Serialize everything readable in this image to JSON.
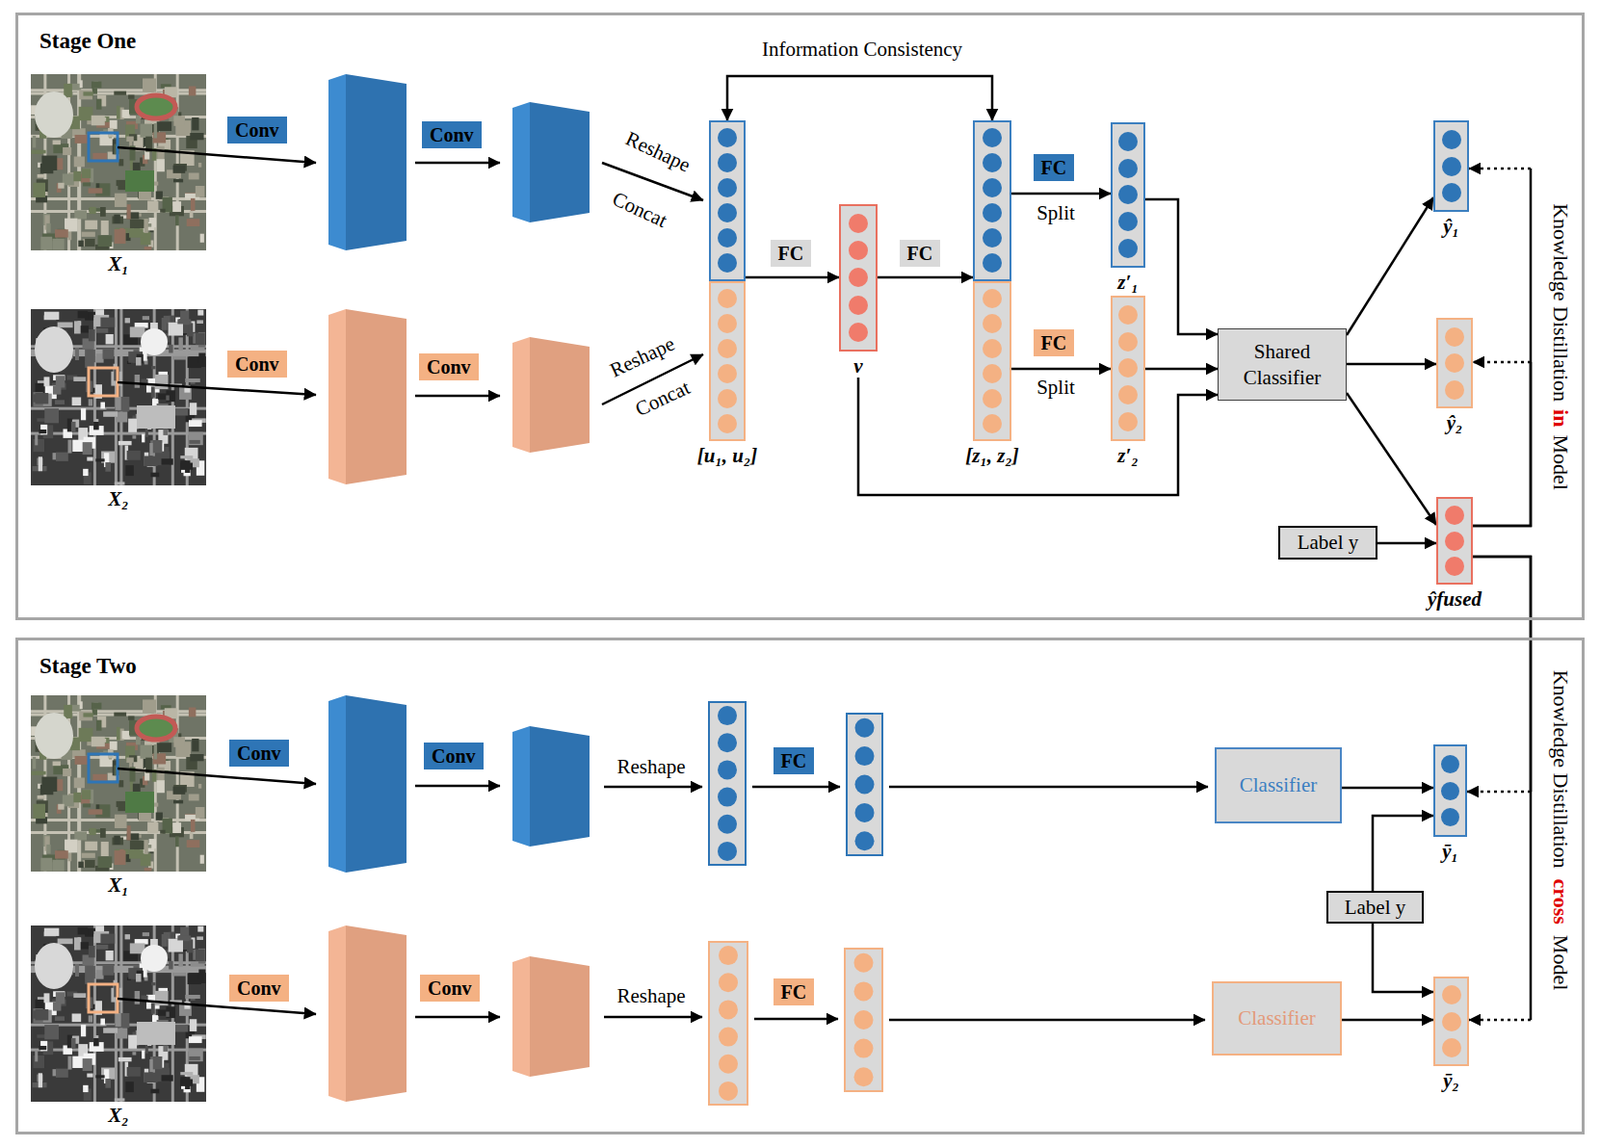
{
  "diagram": {
    "nodes": [
      {
        "text": [
          "Stage One"
        ]
      },
      {
        "text": [
          "X₁"
        ],
        "in": 0
      },
      {
        "text": [
          "Conv"
        ],
        "in": 0
      },
      {
        "text": [
          "Conv"
        ],
        "in": 0
      },
      {
        "text": [
          "[u₁, u₂]"
        ],
        "in": 0
      },
      {
        "text": [
          "FC"
        ],
        "in": 0
      },
      {
        "text": [
          "v"
        ],
        "in": 0
      },
      {
        "text": [
          "FC"
        ],
        "in": 0
      },
      {
        "text": [
          "[z₁, z₂]"
        ],
        "in": 0
      },
      {
        "text": [
          "FC"
        ],
        "in": 0
      },
      {
        "text": [
          "z′₁"
        ],
        "in": 0
      },
      {
        "text": [
          "ŷ₁"
        ],
        "in": 0
      },
      {
        "text": [
          "X₂"
        ],
        "in": 0
      },
      {
        "text": [
          "Conv"
        ],
        "in": 0
      },
      {
        "text": [
          "Conv"
        ],
        "in": 0
      },
      {
        "text": [
          "FC"
        ],
        "in": 0
      },
      {
        "text": [
          "z′₂"
        ],
        "in": 0
      },
      {
        "text": [
          "Shared Classifier"
        ],
        "in": 0
      },
      {
        "text": [
          "ŷ₂"
        ],
        "in": 0
      },
      {
        "text": [
          "Label y"
        ],
        "in": 0
      },
      {
        "text": [
          "ŷfused"
        ],
        "in": 0
      },
      {
        "text": [
          "Stage Two"
        ]
      },
      {
        "text": [
          "X₁"
        ],
        "in": 21
      },
      {
        "text": [
          "Conv"
        ],
        "in": 21
      },
      {
        "text": [
          "Conv"
        ],
        "in": 21
      },
      {
        "text": [
          "FC"
        ],
        "in": 21
      },
      {
        "text": [
          "Classifier"
        ],
        "in": 21
      },
      {
        "text": [
          "ȳ₁"
        ],
        "in": 21
      },
      {
        "text": [
          "Label y"
        ],
        "in": 21
      },
      {
        "text": [
          "X₂"
        ],
        "in": 21
      },
      {
        "text": [
          "Conv"
        ],
        "in": 21
      },
      {
        "text": [
          "Conv"
        ],
        "in": 21
      },
      {
        "text": [
          "FC"
        ],
        "in": 21
      },
      {
        "text": [
          "Classifier"
        ],
        "in": 21
      },
      {
        "text": [
          "ȳ₂"
        ],
        "in": 21
      }
    ],
    "edges": [
      {
        "from": 4,
        "to": 8,
        "label": "Information Consistency",
        "arrow": "both"
      },
      {
        "from": 4,
        "to": 6,
        "arrow": "to"
      },
      {
        "from": 6,
        "to": 8,
        "arrow": "to"
      },
      {
        "from": 8,
        "to": 10,
        "arrow": "to"
      },
      {
        "from": 8,
        "to": 16,
        "arrow": "to"
      },
      {
        "from": 10,
        "to": 17,
        "arrow": "to"
      },
      {
        "from": 16,
        "to": 17,
        "arrow": "to"
      },
      {
        "from": 6,
        "to": 17,
        "arrow": "to"
      },
      {
        "from": 17,
        "to": 11,
        "arrow": "to"
      },
      {
        "from": 17,
        "to": 18,
        "arrow": "to"
      },
      {
        "from": 17,
        "to": 20,
        "arrow": "to"
      },
      {
        "from": 19,
        "to": 20,
        "arrow": "to"
      },
      {
        "from": 20,
        "to": 11,
        "arrow": "to"
      },
      {
        "from": 20,
        "to": 18,
        "arrow": "to"
      },
      {
        "from": 20,
        "to": 27,
        "arrow": "to"
      },
      {
        "from": 20,
        "to": 34,
        "arrow": "to"
      },
      {
        "from": 26,
        "to": 27,
        "arrow": "to"
      },
      {
        "from": 28,
        "to": 27,
        "arrow": "to"
      },
      {
        "from": 28,
        "to": 34,
        "arrow": "to"
      },
      {
        "from": 33,
        "to": 34,
        "arrow": "to"
      }
    ],
    "labels": [
      "Reshape",
      "Concat",
      "Reshape",
      "Concat",
      "Split",
      "Split",
      "Knowledge Distillation",
      "in",
      "Model",
      "Knowledge Distillation",
      "cross",
      "Model",
      "Reshape",
      "Reshape"
    ]
  }
}
